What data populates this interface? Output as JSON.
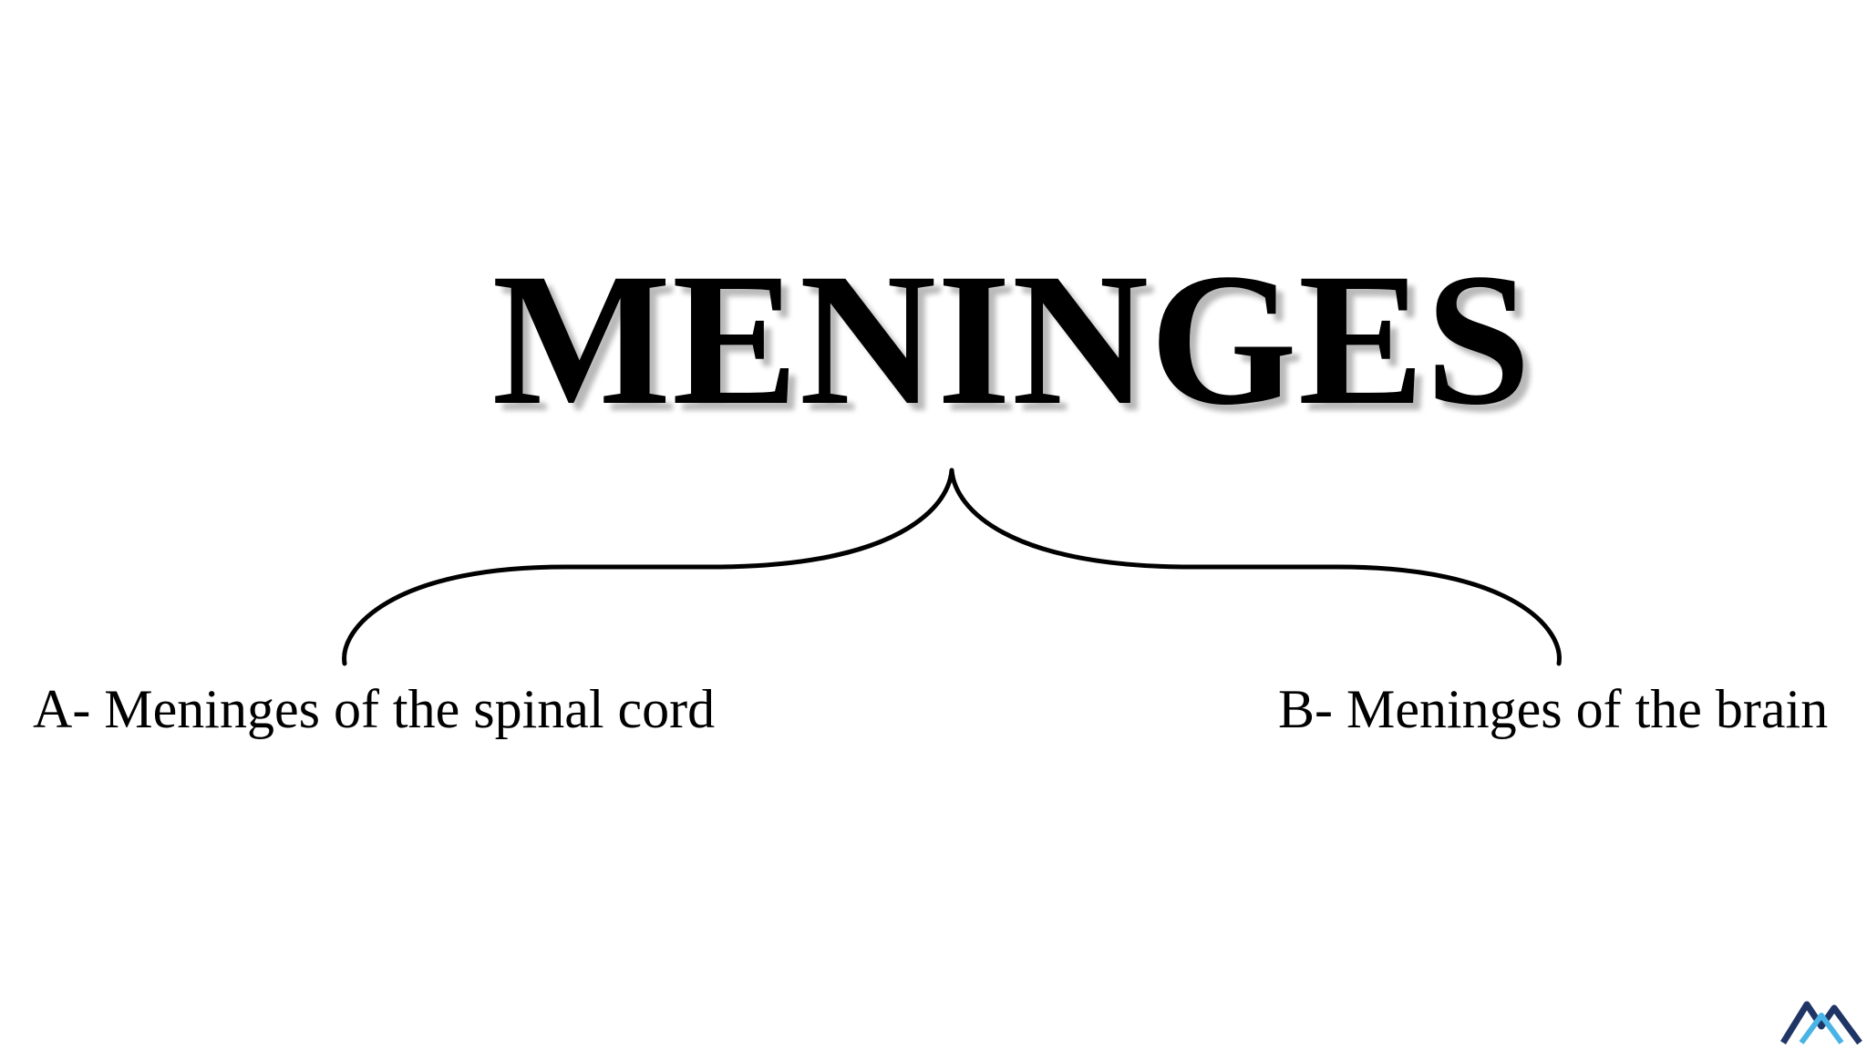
{
  "title": "MENINGES",
  "branches": [
    {
      "label": "A- Meninges of the spinal cord"
    },
    {
      "label": "B- Meninges of the brain"
    }
  ],
  "colors": {
    "text": "#000000",
    "background": "#ffffff",
    "logo_dark": "#1f3566",
    "logo_light": "#4ab3e6"
  },
  "icons": {
    "logo": "mountain-logo-icon"
  }
}
